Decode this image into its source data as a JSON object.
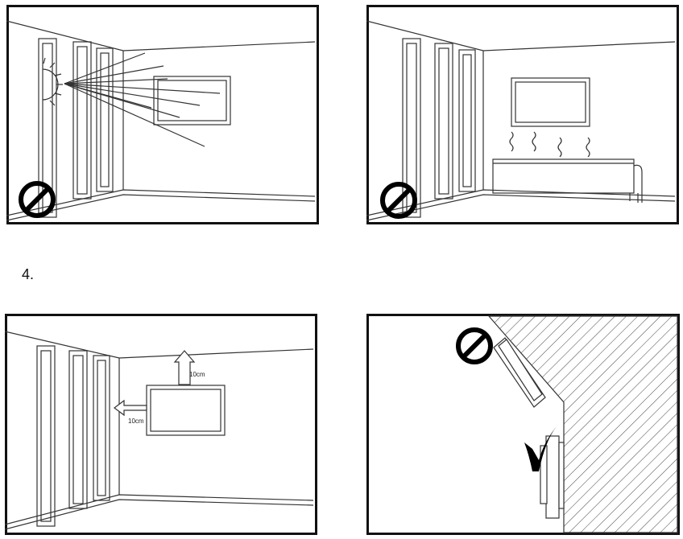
{
  "step_number": "4.",
  "panels": {
    "sunlight": {
      "symbol": "prohibited-icon"
    },
    "radiator": {
      "symbol": "prohibited-icon"
    },
    "clearance": {
      "dimension_top": "10cm",
      "dimension_left": "10cm"
    },
    "tilt": {
      "symbols": [
        "prohibited-icon",
        "check-icon"
      ]
    }
  }
}
